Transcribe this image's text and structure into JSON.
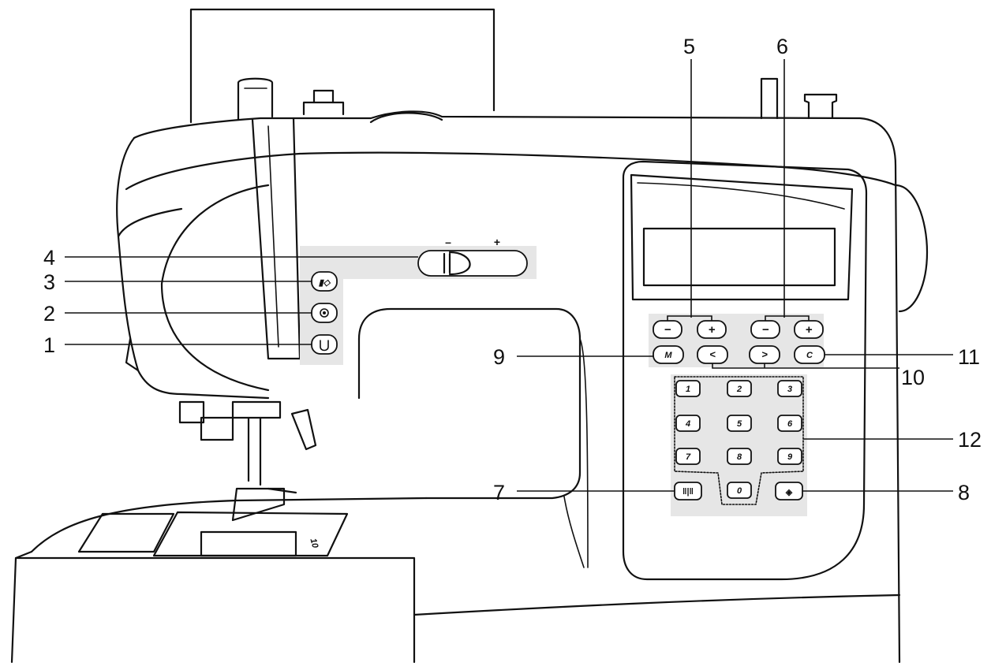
{
  "callouts": {
    "c1": "1",
    "c2": "2",
    "c3": "3",
    "c4": "4",
    "c5": "5",
    "c6": "6",
    "c7": "7",
    "c8": "8",
    "c9": "9",
    "c10": "10",
    "c11": "11",
    "c12": "12"
  },
  "speed_slider": {
    "minus": "–",
    "plus": "+"
  },
  "width_keys": {
    "minus": "−",
    "plus": "+"
  },
  "length_keys": {
    "minus": "−",
    "plus": "+"
  },
  "function_keys": {
    "memory": "M",
    "left": "<",
    "right": ">",
    "clear": "C"
  },
  "number_keys": [
    "1",
    "2",
    "3",
    "4",
    "5",
    "6",
    "7",
    "8",
    "9",
    "0"
  ],
  "plate_marks": "10"
}
